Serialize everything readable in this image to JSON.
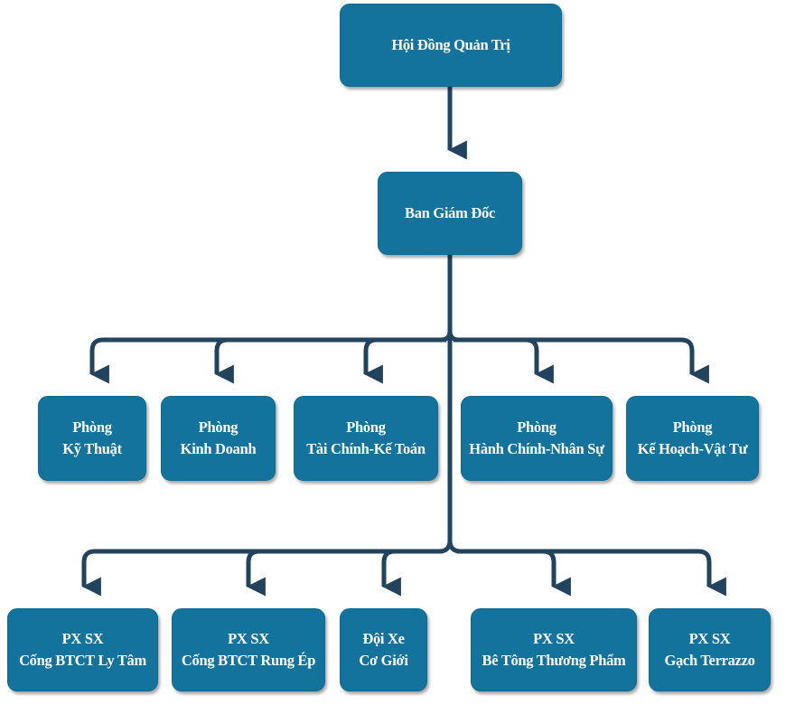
{
  "colors": {
    "node_fill": "#13739d",
    "node_text": "#ffffff",
    "connector": "#22435e"
  },
  "board": {
    "lines": [
      "Hội Đồng Quản Trị"
    ]
  },
  "management": {
    "lines": [
      "Ban Giám Đốc"
    ]
  },
  "departments": [
    {
      "lines": [
        "Phòng",
        "Kỹ Thuật"
      ]
    },
    {
      "lines": [
        "Phòng",
        "Kinh Doanh"
      ]
    },
    {
      "lines": [
        "Phòng",
        "Tài Chính-Kế Toán"
      ]
    },
    {
      "lines": [
        "Phòng",
        "Hành Chính-Nhân Sự"
      ]
    },
    {
      "lines": [
        "Phòng",
        "Kế Hoạch-Vật Tư"
      ]
    }
  ],
  "units": [
    {
      "lines": [
        "PX SX",
        "Cống BTCT Ly Tâm"
      ]
    },
    {
      "lines": [
        "PX SX",
        "Cống BTCT Rung Ép"
      ]
    },
    {
      "lines": [
        "Đội Xe",
        "Cơ Giới"
      ]
    },
    {
      "lines": [
        "PX SX",
        "Bê Tông Thương Phẩm"
      ]
    },
    {
      "lines": [
        "PX SX",
        "Gạch Terrazzo"
      ]
    }
  ]
}
